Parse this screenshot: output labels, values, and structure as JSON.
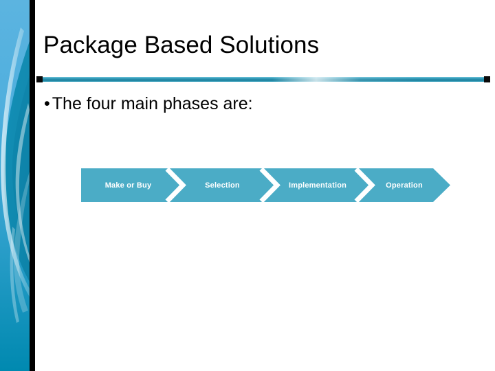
{
  "slide": {
    "title": "Package Based Solutions",
    "bullet": {
      "marker": "•",
      "text": "The four main phases are:"
    }
  },
  "process": {
    "name": "four-phase-chevron-process",
    "shape": "chevron-arrow",
    "fill_color": "#4BACC6",
    "text_color": "#FFFFFF",
    "steps": [
      {
        "label": "Make or Buy"
      },
      {
        "label": "Selection"
      },
      {
        "label": "Implementation"
      },
      {
        "label": "Operation"
      }
    ]
  },
  "theme": {
    "band_top_color": "#5CB4E0",
    "band_bottom_color": "#0089B0",
    "band_accent_color": "#0E8FB5",
    "rule_color": "#000000",
    "divider_color": "#2F98B6",
    "divider_cap_color": "#0A0A0A",
    "background": "#FFFFFF"
  }
}
